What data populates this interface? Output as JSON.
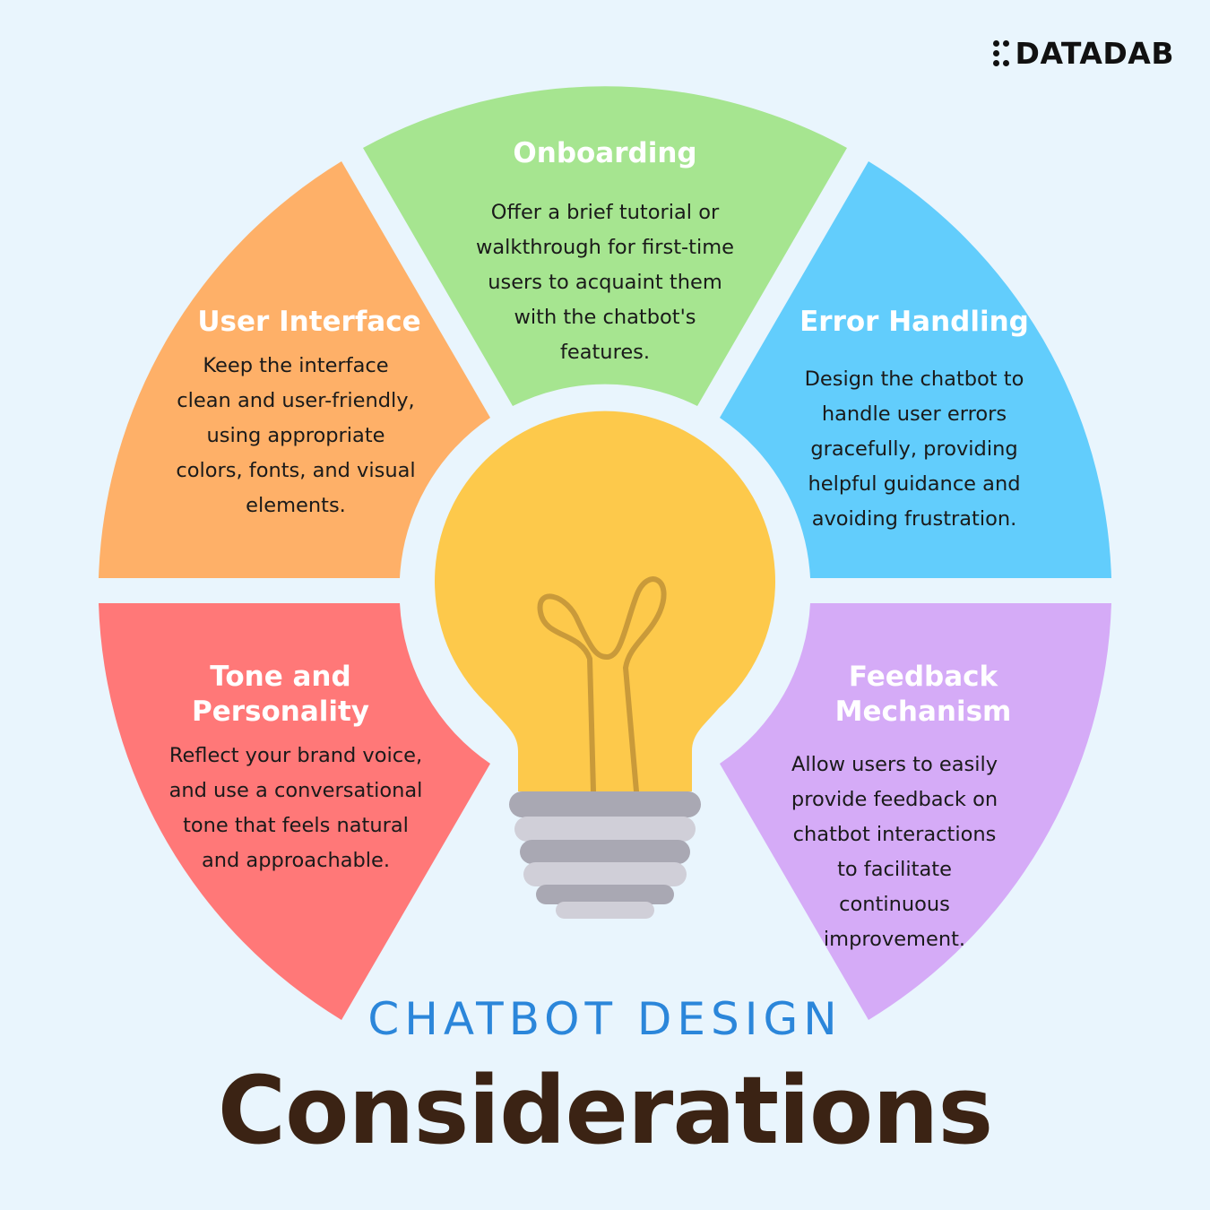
{
  "brand": {
    "name": "DATADAB"
  },
  "segments": [
    {
      "id": "onboarding",
      "title": "Onboarding",
      "description": [
        "Offer a brief tutorial or",
        "walkthrough for first-time",
        "users to acquaint them",
        "with the chatbot's",
        "features."
      ],
      "color": "#a6e590"
    },
    {
      "id": "error-handling",
      "title": "Error Handling",
      "description": [
        "Design the chatbot to",
        "handle user errors",
        "gracefully, providing",
        "helpful guidance and",
        "avoiding frustration."
      ],
      "color": "#62cdfc"
    },
    {
      "id": "feedback-mechanism",
      "title": [
        "Feedback",
        "Mechanism"
      ],
      "description": [
        "Allow users to easily",
        "provide feedback on",
        "chatbot interactions",
        "to facilitate",
        "continuous",
        "improvement."
      ],
      "color": "#d5abf7"
    },
    {
      "id": "tone-and-personality",
      "title": [
        "Tone and",
        "Personality"
      ],
      "description": [
        "Reflect your brand voice,",
        "and use a conversational",
        "tone that feels natural",
        "and approachable."
      ],
      "color": "#ff7878"
    },
    {
      "id": "user-interface",
      "title": "User Interface",
      "description": [
        "Keep the interface",
        "clean and user-friendly,",
        "using appropriate",
        "colors, fonts, and visual",
        "elements."
      ],
      "color": "#feb068"
    }
  ],
  "center_icon": "light-bulb-icon",
  "colors": {
    "background": "#e9f5fd",
    "bulb": "#fdc94b",
    "filament": "#c99a3a",
    "base_dark": "#a9a8b3",
    "base_light": "#d0cfd8"
  },
  "subtitle": "CHATBOT DESIGN",
  "title": "Considerations"
}
